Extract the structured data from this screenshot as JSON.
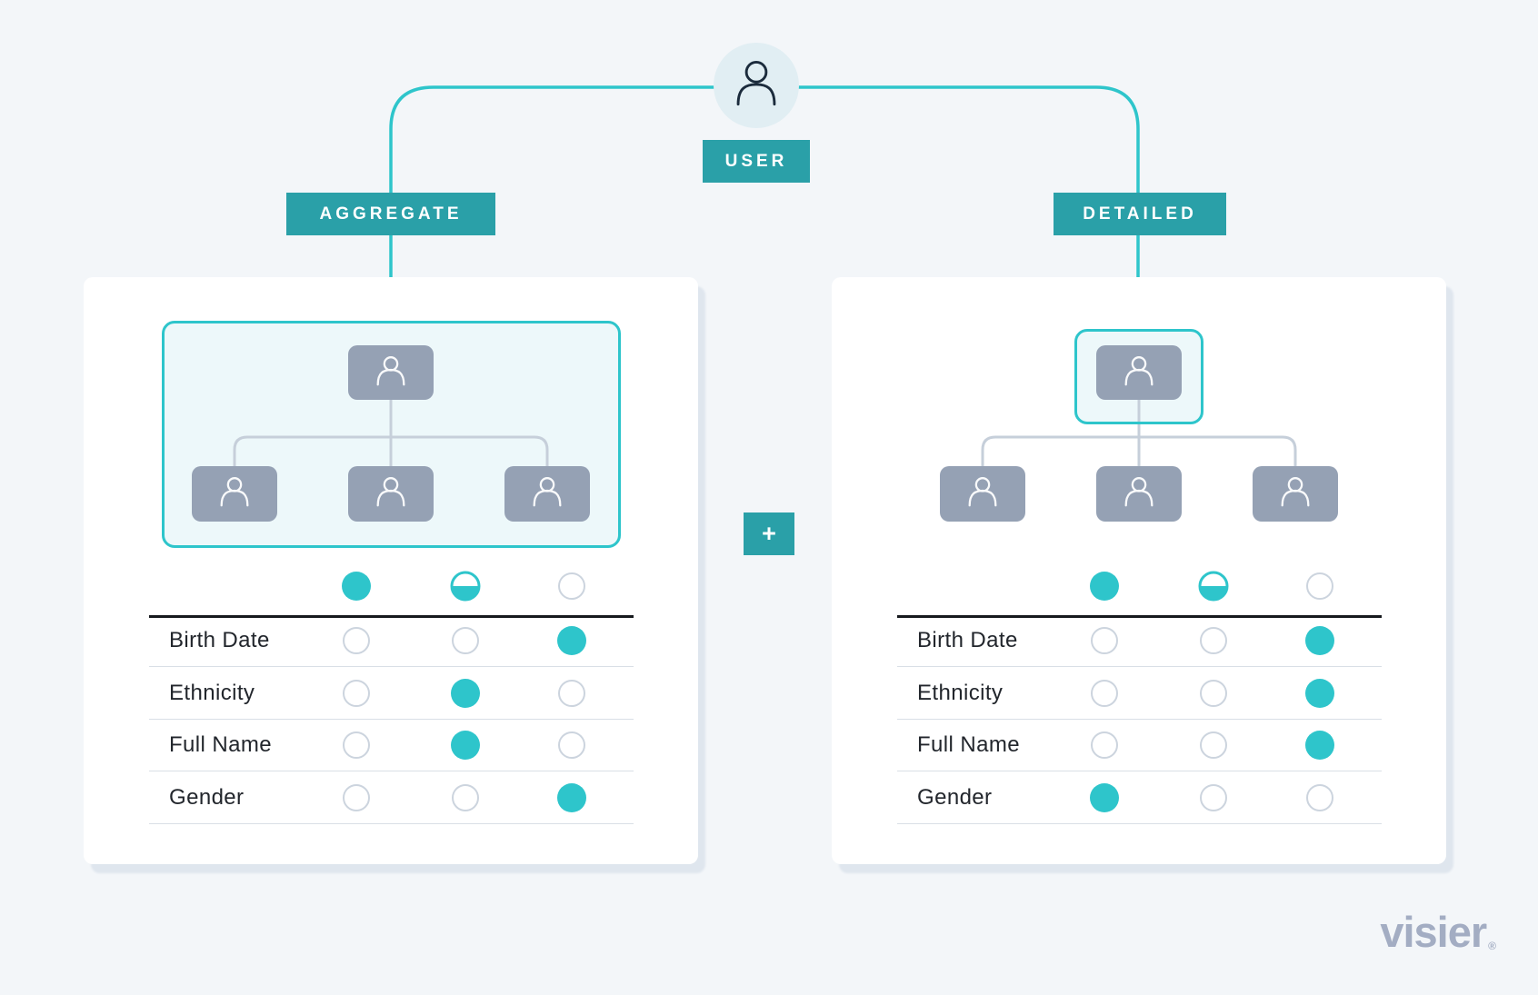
{
  "colors": {
    "background": "#f3f6f9",
    "accent": "#2ec5cb",
    "accent_dark": "#2aa0a8",
    "node_gray": "#95a1b4",
    "connector_gray": "#c6cfda",
    "ring_gray": "#ccd4de",
    "ink": "#22262c",
    "divider": "#d9dfe6",
    "header_rule": "#16191d",
    "logo_gray": "#a3adc3",
    "avatar_bg": "#e1eef3",
    "icon_navy": "#1b2b3c",
    "org_highlight_fill": "#edf8fa",
    "card_shadow": "#dfe6ee"
  },
  "user": {
    "label": "USER"
  },
  "operator": {
    "symbol": "+"
  },
  "panels": [
    {
      "label": "AGGREGATE",
      "org_chart": {
        "highlight_scope": "entire-team",
        "nodes": [
          "manager",
          "report-1",
          "report-2",
          "report-3"
        ]
      },
      "table": {
        "header_states": [
          "full",
          "half",
          "empty"
        ],
        "rows": [
          {
            "label": "Birth Date",
            "states": [
              "empty",
              "empty",
              "full"
            ]
          },
          {
            "label": "Ethnicity",
            "states": [
              "empty",
              "full",
              "empty"
            ]
          },
          {
            "label": "Full Name",
            "states": [
              "empty",
              "full",
              "empty"
            ]
          },
          {
            "label": "Gender",
            "states": [
              "empty",
              "empty",
              "full"
            ]
          }
        ]
      }
    },
    {
      "label": "DETAILED",
      "org_chart": {
        "highlight_scope": "top-node",
        "nodes": [
          "manager",
          "report-1",
          "report-2",
          "report-3"
        ]
      },
      "table": {
        "header_states": [
          "full",
          "half",
          "empty"
        ],
        "rows": [
          {
            "label": "Birth Date",
            "states": [
              "empty",
              "empty",
              "full"
            ]
          },
          {
            "label": "Ethnicity",
            "states": [
              "empty",
              "empty",
              "full"
            ]
          },
          {
            "label": "Full Name",
            "states": [
              "empty",
              "empty",
              "full"
            ]
          },
          {
            "label": "Gender",
            "states": [
              "full",
              "empty",
              "empty"
            ]
          }
        ]
      }
    }
  ],
  "logo": {
    "text": "visier",
    "registered": "®"
  }
}
